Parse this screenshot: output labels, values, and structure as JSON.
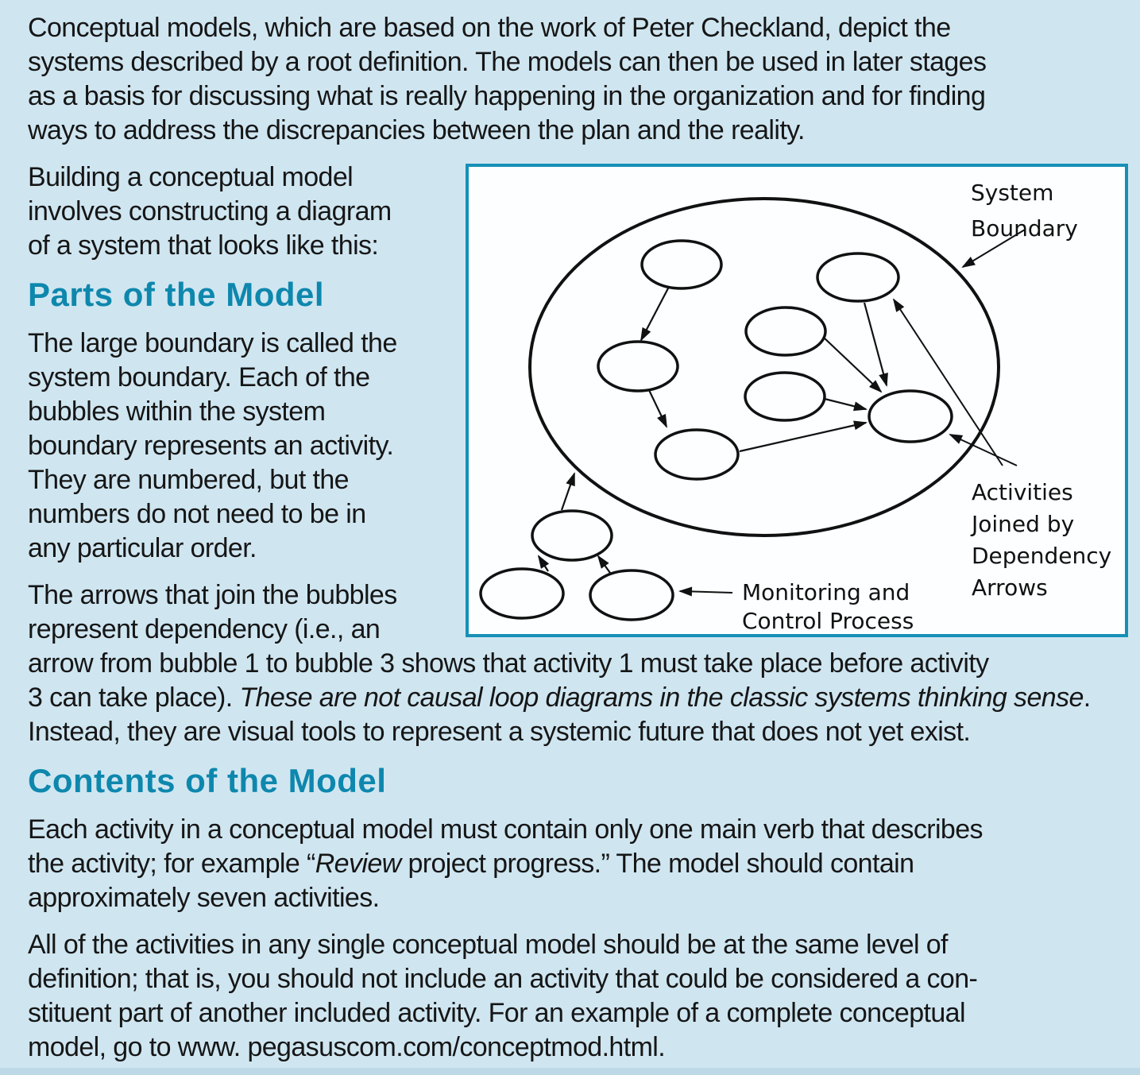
{
  "page": {
    "bg_color": "#cfe6f1",
    "text_color": "#161616",
    "accent_color": "#0e87ad"
  },
  "intro_paragraph": "Conceptual models, which are based on the work of Peter Checkland, depict the\nsystems described by a root definition. The models can then be used in later stages\nas a basis for discussing what is really happening in the organization and for finding\nways to address the discrepancies between the plan and the reality.",
  "building_paragraph": "Building a conceptual model\ninvolves constructing a diagram\nof a system that looks like this:",
  "parts_heading": "Parts of the Model",
  "boundary_paragraph": "The large boundary is called the\nsystem boundary. Each of the\nbubbles within the system\nboundary represents an activity.\nThey are numbered, but the\nnumbers do not need to be in\nany particular order.",
  "arrows_paragraph": [
    {
      "text": "The arrows that join the bubbles\nrepresent dependency (i.e., an\narrow from bubble 1 to bubble 3 shows that activity 1 must take place before activity\n3 can take place). "
    },
    {
      "text": "These are not causal loop diagrams in the classic systems thinking sense",
      "italic": true
    },
    {
      "text": ".\nInstead, they are visual tools to represent a systemic future that does not yet exist."
    }
  ],
  "contents_heading": "Contents of the Model",
  "activity_paragraph": [
    {
      "text": "Each activity in a conceptual model must contain only one main verb that describes\nthe activity; for example “"
    },
    {
      "text": "Review",
      "italic": true
    },
    {
      "text": " project progress.” The model should contain\napproximately seven activities."
    }
  ],
  "level_paragraph": "All of the activities in any single conceptual model should be at the same level of\ndefinition; that is, you should not include an activity that could be considered a con-\nstituent part of another included activity. For an example of a complete conceptual\nmodel, go to www. pegasuscom.com/conceptmod.html.",
  "diagram": {
    "border_color": "#1790b6",
    "labels": {
      "system_boundary": [
        "System",
        "Boundary"
      ],
      "activities_joined": [
        "Activities",
        "Joined by",
        "Dependency",
        "Arrows"
      ],
      "monitoring": [
        "Monitoring and",
        "Control Process"
      ]
    }
  }
}
